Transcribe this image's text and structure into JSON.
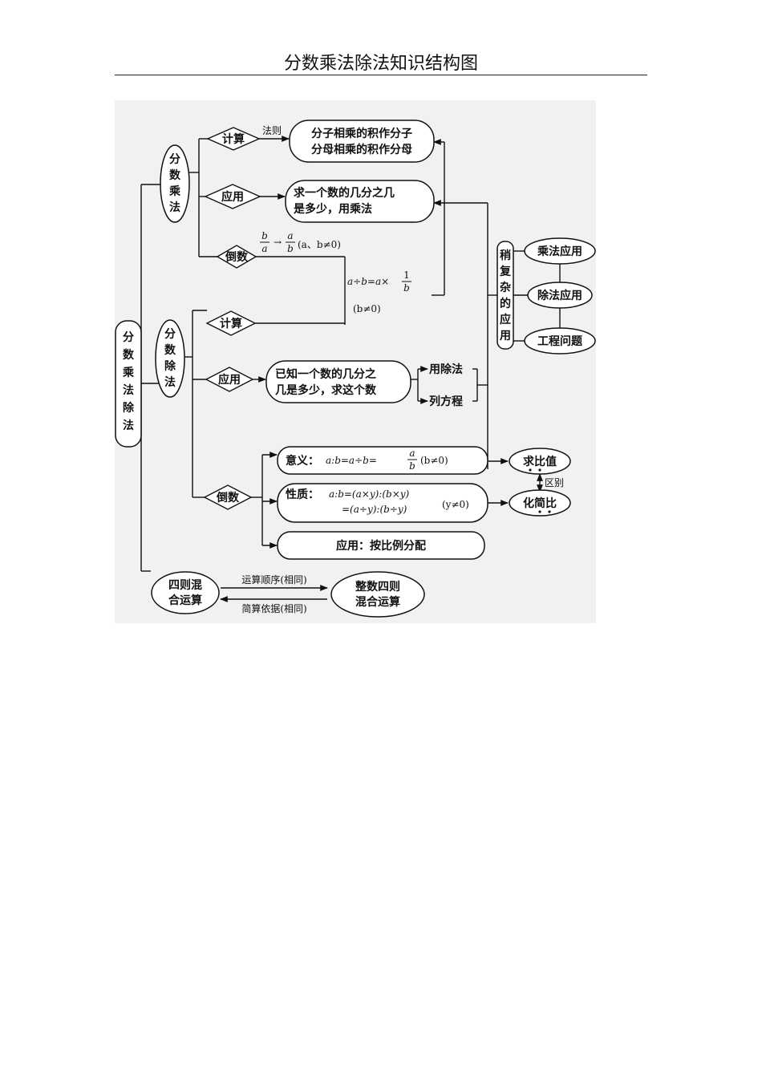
{
  "title": "分数乘法除法知识结构图",
  "root": {
    "lines": [
      "分",
      "数",
      "乘",
      "法",
      "除",
      "法"
    ]
  },
  "mult": {
    "node": {
      "lines": [
        "分",
        "数",
        "乘",
        "法"
      ]
    },
    "calc": {
      "label": "计算",
      "edge_label": "法则",
      "rule_lines": [
        "分子相乘的积作分子",
        "分母相乘的积作分母"
      ]
    },
    "app": {
      "label": "应用",
      "text_lines": [
        "求一个数的几分之几",
        "是多少，用乘法"
      ]
    },
    "recip": {
      "label": "倒数",
      "frac_b": "b",
      "frac_a": "a",
      "arrow": "→",
      "frac2_a": "a",
      "frac2_b": "b",
      "cond": "(a、b≠0)"
    }
  },
  "div": {
    "node": {
      "lines": [
        "分",
        "数",
        "除",
        "法"
      ]
    },
    "calc": {
      "label": "计算",
      "formula_left": "a÷b=a×",
      "formula_num": "1",
      "formula_den": "b",
      "formula_cond": "(b≠0)"
    },
    "app": {
      "label": "应用",
      "text_lines": [
        "已知一个数的几分之",
        "几是多少，求这个数"
      ],
      "methods": [
        "用除法",
        "列方程"
      ]
    },
    "ratio": {
      "label": "倒数",
      "meaning_prefix": "意义：",
      "meaning_expr": "a:b=a÷b=",
      "meaning_num": "a",
      "meaning_den": "b",
      "meaning_cond": "(b≠0)",
      "property_prefix": "性质：",
      "property_line1": "a:b=(a×y):(b×y)",
      "property_line2": "=(a÷y):(b÷y)",
      "property_cond": "(y≠0)",
      "application": "应用：按比例分配",
      "find_value": "求比值",
      "simplify": "化简比",
      "difference_label": "区别"
    }
  },
  "complex": {
    "node": {
      "lines": [
        "稍",
        "复",
        "杂",
        "的",
        "应",
        "用"
      ]
    },
    "items": [
      "乘法应用",
      "除法应用",
      "工程问题"
    ]
  },
  "mixed": {
    "left_lines": [
      "四则混",
      "合运算"
    ],
    "right_lines": [
      "整数四则",
      "混合运算"
    ],
    "top_label": "运算顺序(相同)",
    "bottom_label": "简算依据(相同)"
  }
}
